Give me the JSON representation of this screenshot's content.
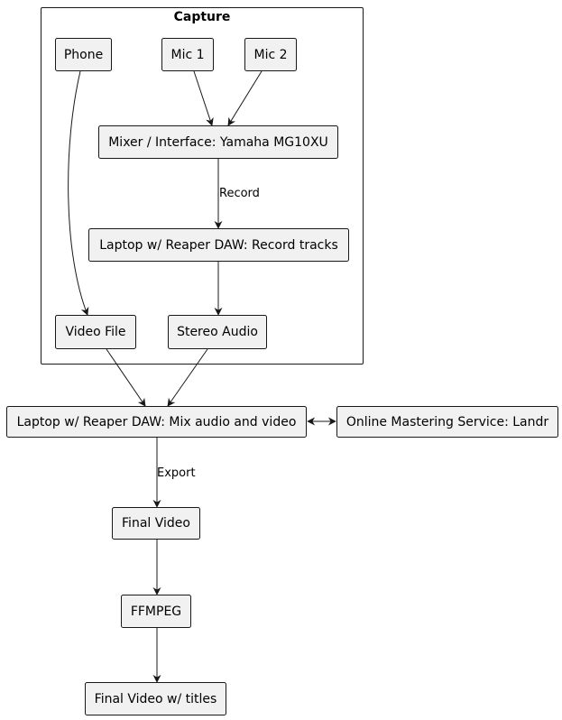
{
  "cluster": {
    "title": "Capture"
  },
  "nodes": {
    "phone": "Phone",
    "mic1": "Mic 1",
    "mic2": "Mic 2",
    "mixer": "Mixer / Interface: Yamaha MG10XU",
    "laptop_record": "Laptop w/ Reaper DAW: Record tracks",
    "video_file": "Video File",
    "stereo_audio": "Stereo Audio",
    "laptop_mix": "Laptop w/ Reaper DAW: Mix audio and video",
    "landr": "Online Mastering Service: Landr",
    "final_video": "Final Video",
    "ffmpeg": "FFMPEG",
    "final_titles": "Final Video w/ titles"
  },
  "edges": {
    "record": "Record",
    "export": "Export"
  },
  "colors": {
    "node_fill": "#f1f1f1",
    "border": "#181818"
  }
}
